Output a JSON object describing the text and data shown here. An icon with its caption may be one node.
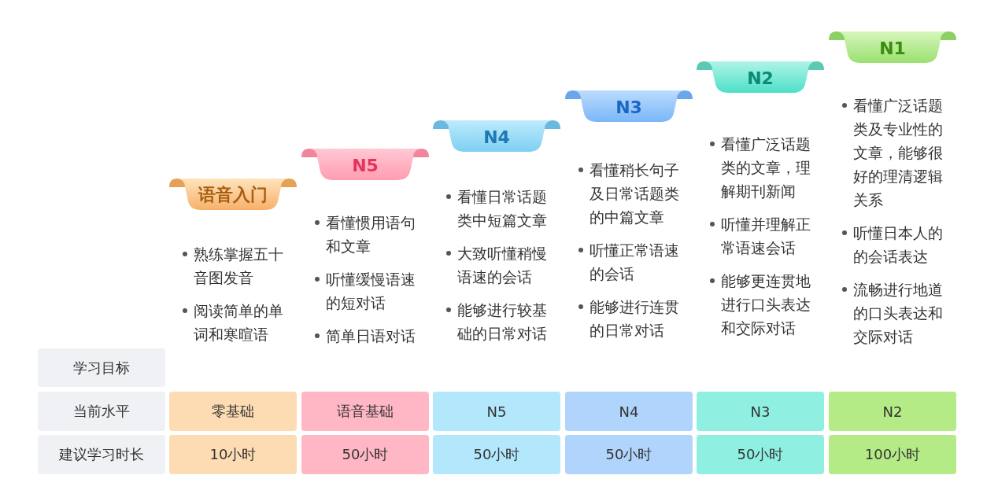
{
  "diagram": {
    "nodes": [
      {
        "text": [
          "语音入门",
          "熟练掌握五十音图发音",
          "阅读简单的单词和寒暄语"
        ]
      },
      {
        "text": [
          "N5",
          "看懂惯用语句和文章",
          "听懂缓慢语速的短对话",
          "简单日语对话"
        ]
      },
      {
        "text": [
          "N4",
          "看懂日常话题类中短篇文章",
          "大致听懂稍慢语速的会话",
          "能够进行较基础的日常对话"
        ]
      },
      {
        "text": [
          "N3",
          "看懂稍长句子及日常话题类的中篇文章",
          "听懂正常语速的会话",
          "能够进行连贯的日常对话"
        ]
      },
      {
        "text": [
          "N2",
          "看懂广泛话题类的文章，理解期刊新闻",
          "听懂并理解正常语速会话",
          "能够更连贯地进行口头表达和交际对话"
        ]
      },
      {
        "text": [
          "N1",
          "看懂广泛话题类及专业性的文章，能够很好的理清逻辑关系",
          "听懂日本人的的会话表达",
          "流畅进行地道的口头表达和交际对话"
        ]
      },
      {
        "text": [
          "学习目标"
        ]
      },
      {
        "text": [
          "当前水平"
        ]
      },
      {
        "text": [
          "零基础"
        ]
      },
      {
        "text": [
          "语音基础"
        ]
      },
      {
        "text": [
          "N5"
        ]
      },
      {
        "text": [
          "N4"
        ]
      },
      {
        "text": [
          "N3"
        ]
      },
      {
        "text": [
          "N2"
        ]
      },
      {
        "text": [
          "建议学习时长"
        ]
      },
      {
        "text": [
          "10小时"
        ]
      },
      {
        "text": [
          "50小时"
        ]
      },
      {
        "text": [
          "50小时"
        ]
      },
      {
        "text": [
          "50小时"
        ]
      },
      {
        "text": [
          "50小时"
        ]
      },
      {
        "text": [
          "100小时"
        ]
      }
    ]
  }
}
